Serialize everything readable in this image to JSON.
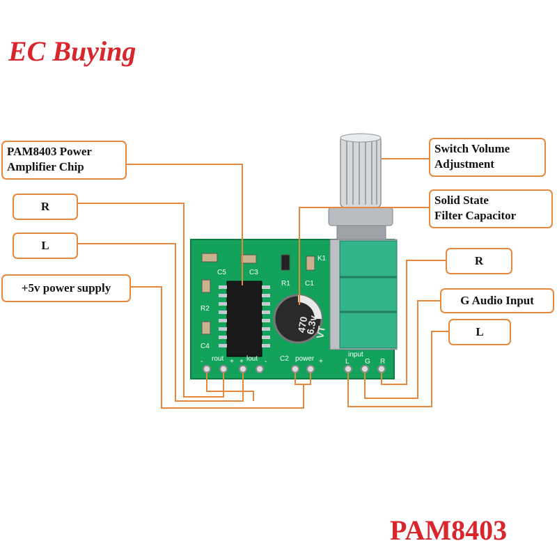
{
  "brand": "EC Buying",
  "product": "PAM8403",
  "callouts": {
    "amp_chip_line1": "PAM8403 Power",
    "amp_chip_line2": "Amplifier Chip",
    "out_r": "R",
    "out_l": "L",
    "power": "+5v power supply",
    "volume_line1": "Switch Volume",
    "volume_line2": "Adjustment",
    "capacitor_line1": "Solid State",
    "capacitor_line2": "Filter Capacitor",
    "in_r": "R",
    "in_g": "G Audio Input",
    "in_l": "L"
  },
  "board": {
    "c5": "C5",
    "c3": "C3",
    "r1": "R1",
    "k1": "K1",
    "c1": "C1",
    "r2": "R2",
    "c4": "C4",
    "c2": "C2",
    "rout": "rout",
    "lout": "lout",
    "power": "power",
    "input": "input",
    "pin_minus": "-",
    "pin_plus": "+",
    "pin_l": "L",
    "pin_g": "G",
    "pin_r": "R",
    "cap_value": "470",
    "cap_voltage": "6.3v",
    "cap_series": "VT"
  },
  "colors": {
    "brand": "#d8262c",
    "callout_border": "#e3883c",
    "pcb": "#12a25c",
    "lines": "#e3883c"
  }
}
